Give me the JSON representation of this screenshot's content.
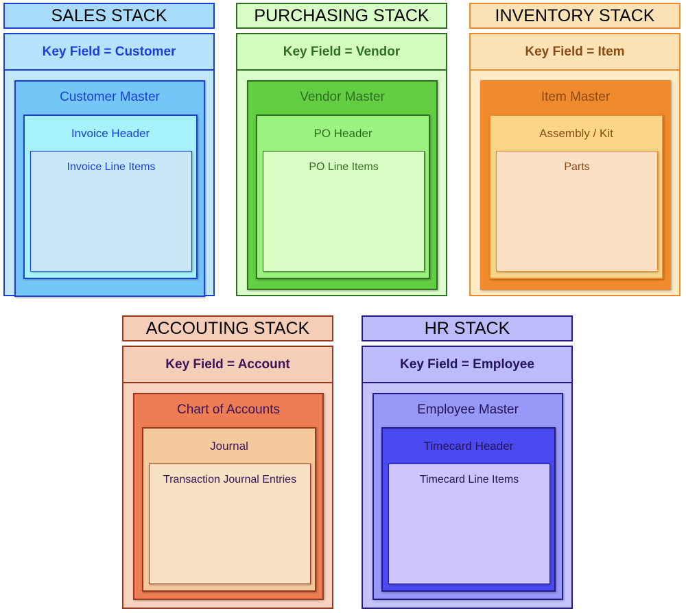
{
  "stacks": {
    "sales": {
      "title": "SALES STACK",
      "key": "Key Field = Customer",
      "level1": "Customer Master",
      "level2": "Invoice Header",
      "level3": "Invoice Line Items"
    },
    "purchasing": {
      "title": "PURCHASING STACK",
      "key": "Key Field = Vendor",
      "level1": "Vendor Master",
      "level2": "PO Header",
      "level3": "PO Line Items"
    },
    "inventory": {
      "title": "INVENTORY STACK",
      "key": "Key Field = Item",
      "level1": "Item Master",
      "level2": "Assembly / Kit",
      "level3": "Parts"
    },
    "accounting": {
      "title": "ACCOUTING STACK",
      "key": "Key Field = Account",
      "level1": "Chart of Accounts",
      "level2": "Journal",
      "level3": "Transaction Journal Entries"
    },
    "hr": {
      "title": "HR STACK",
      "key": "Key Field = Employee",
      "level1": "Employee Master",
      "level2": "Timecard Header",
      "level3": "Timecard Line Items"
    }
  },
  "colors": {
    "sales": {
      "border": "#1a3fd6",
      "title_bg": "#a9dcfb",
      "body_bg": "#c3e8fc",
      "l1": "#74c6f6",
      "l2": "#a6f2fc",
      "l3": "#c8e8f8",
      "text": "#1a3fd6"
    },
    "purchasing": {
      "border": "#2f6e22",
      "title_bg": "#d8fcc6",
      "body_bg": "#dcfccc",
      "l1": "#62cf42",
      "l2": "#9cf27e",
      "l3": "#d9fcc4",
      "text": "#2f6e22"
    },
    "inventory": {
      "border": "#f08a2c",
      "title_bg": "#fce3b6",
      "body_bg": "#fdebc6",
      "l1": "#f08a2c",
      "l2": "#fcd688",
      "l3": "#f9e0c4",
      "text": "#8a4a12"
    },
    "accounting": {
      "border": "#9a3a1c",
      "title_bg": "#f6cdb6",
      "body_bg": "#f8d4c0",
      "l1": "#ef7d54",
      "l2": "#f4c99c",
      "l3": "#f8e0c4",
      "text": "#3a1458"
    },
    "hr": {
      "border": "#241a8a",
      "title_bg": "#bcbcfa",
      "body_bg": "#c4c4fb",
      "l1": "#9898f8",
      "l2": "#4a4af0",
      "l3": "#ccc4fa",
      "text": "#241458"
    }
  }
}
